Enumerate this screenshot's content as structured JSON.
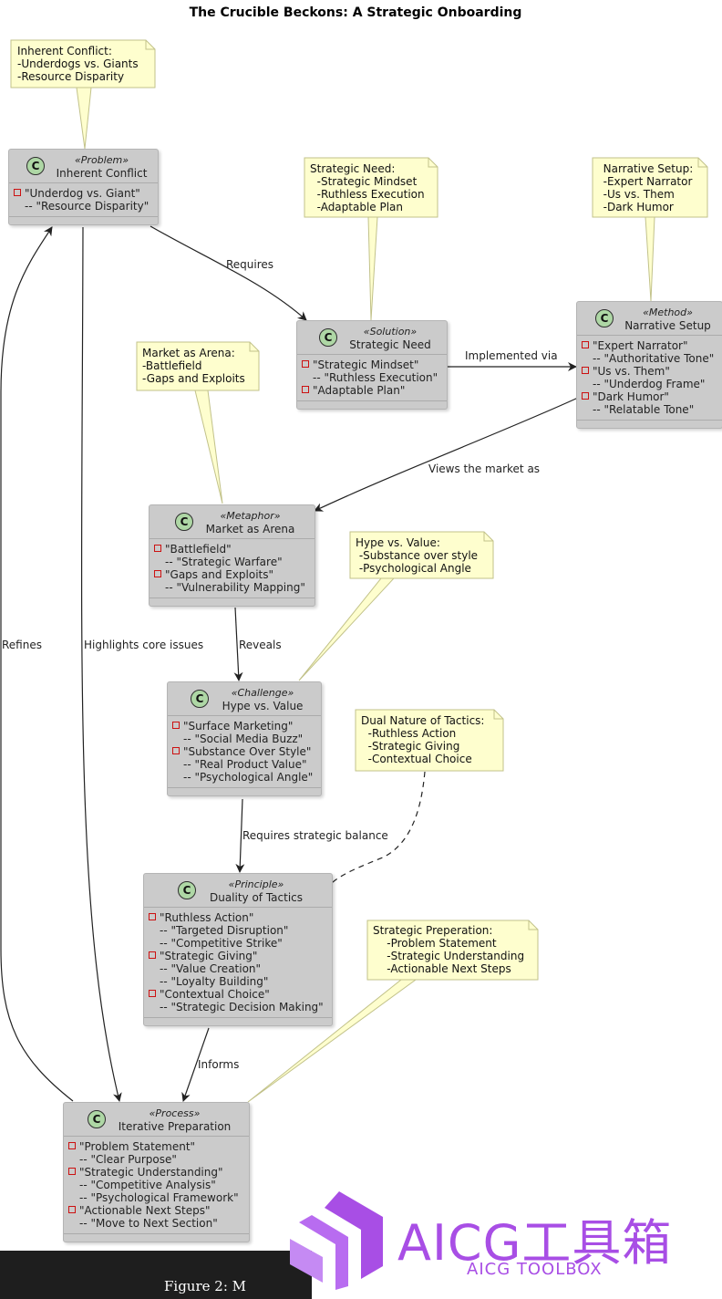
{
  "title": "The Crucible Beckons: A Strategic Onboarding",
  "classes": {
    "problem": {
      "stereotype": "«Problem»",
      "name": "Inherent Conflict",
      "rows": [
        {
          "t": "\"Underdog vs. Giant\"",
          "sub": false
        },
        {
          "t": "-- \"Resource Disparity\"",
          "sub": true
        }
      ]
    },
    "solution": {
      "stereotype": "«Solution»",
      "name": "Strategic Need",
      "rows": [
        {
          "t": "\"Strategic Mindset\"",
          "sub": false
        },
        {
          "t": "-- \"Ruthless Execution\"",
          "sub": true
        },
        {
          "t": "\"Adaptable Plan\"",
          "sub": false
        }
      ]
    },
    "method": {
      "stereotype": "«Method»",
      "name": "Narrative Setup",
      "rows": [
        {
          "t": "\"Expert Narrator\"",
          "sub": false
        },
        {
          "t": "-- \"Authoritative Tone\"",
          "sub": true
        },
        {
          "t": "\"Us vs. Them\"",
          "sub": false
        },
        {
          "t": "-- \"Underdog Frame\"",
          "sub": true
        },
        {
          "t": "\"Dark Humor\"",
          "sub": false
        },
        {
          "t": "-- \"Relatable Tone\"",
          "sub": true
        }
      ]
    },
    "metaphor": {
      "stereotype": "«Metaphor»",
      "name": "Market as Arena",
      "rows": [
        {
          "t": "\"Battlefield\"",
          "sub": false
        },
        {
          "t": "-- \"Strategic Warfare\"",
          "sub": true
        },
        {
          "t": "\"Gaps and Exploits\"",
          "sub": false
        },
        {
          "t": "-- \"Vulnerability Mapping\"",
          "sub": true
        }
      ]
    },
    "challenge": {
      "stereotype": "«Challenge»",
      "name": "Hype vs. Value",
      "rows": [
        {
          "t": "\"Surface Marketing\"",
          "sub": false
        },
        {
          "t": "-- \"Social Media Buzz\"",
          "sub": true
        },
        {
          "t": "\"Substance Over Style\"",
          "sub": false
        },
        {
          "t": "-- \"Real Product Value\"",
          "sub": true
        },
        {
          "t": "-- \"Psychological Angle\"",
          "sub": true
        }
      ]
    },
    "principle": {
      "stereotype": "«Principle»",
      "name": "Duality of Tactics",
      "rows": [
        {
          "t": "\"Ruthless Action\"",
          "sub": false
        },
        {
          "t": "-- \"Targeted Disruption\"",
          "sub": true
        },
        {
          "t": "-- \"Competitive Strike\"",
          "sub": true
        },
        {
          "t": "\"Strategic Giving\"",
          "sub": false
        },
        {
          "t": "-- \"Value Creation\"",
          "sub": true
        },
        {
          "t": "-- \"Loyalty Building\"",
          "sub": true
        },
        {
          "t": "\"Contextual Choice\"",
          "sub": false
        },
        {
          "t": "-- \"Strategic Decision Making\"",
          "sub": true
        }
      ]
    },
    "process": {
      "stereotype": "«Process»",
      "name": "Iterative Preparation",
      "rows": [
        {
          "t": "\"Problem Statement\"",
          "sub": false
        },
        {
          "t": "-- \"Clear Purpose\"",
          "sub": true
        },
        {
          "t": "\"Strategic Understanding\"",
          "sub": false
        },
        {
          "t": "-- \"Competitive Analysis\"",
          "sub": true
        },
        {
          "t": "-- \"Psychological Framework\"",
          "sub": true
        },
        {
          "t": "\"Actionable Next Steps\"",
          "sub": false
        },
        {
          "t": "-- \"Move to Next Section\"",
          "sub": true
        }
      ]
    }
  },
  "notes": {
    "conflict": "Inherent Conflict:\n-Underdogs vs. Giants\n-Resource Disparity",
    "need": "Strategic Need:\n  -Strategic Mindset\n  -Ruthless Execution\n  -Adaptable Plan",
    "narrative": "  Narrative Setup:\n  -Expert Narrator\n  -Us vs. Them\n  -Dark Humor",
    "arena": "Market as Arena:\n-Battlefield\n-Gaps and Exploits",
    "hype": "Hype vs. Value:\n -Substance over style\n -Psychological Angle",
    "duality": "Dual Nature of Tactics:\n  -Ruthless Action\n  -Strategic Giving\n  -Contextual Choice",
    "prep": "Strategic Preperation:\n    -Problem Statement\n    -Strategic Understanding\n    -Actionable Next Steps"
  },
  "edges": {
    "requires": "Requires",
    "implemented": "Implemented via",
    "views": "Views the market as",
    "reveals": "Reveals",
    "balance": "Requires strategic balance",
    "informs": "Informs",
    "highlights": "Highlights core issues",
    "refines": "Refines"
  },
  "icon_glyph": "C",
  "watermark": {
    "main": "AICG工具箱",
    "sub": "AICG TOOLBOX",
    "color": "#a84ee5"
  },
  "caption": "Figure 2: M",
  "colors": {
    "note_fill": "#fefece",
    "note_border": "#c2c28a",
    "class_fill": "#cbcbcb",
    "icon_fill": "#aed7a5",
    "attr_marker": "#cc1111"
  }
}
